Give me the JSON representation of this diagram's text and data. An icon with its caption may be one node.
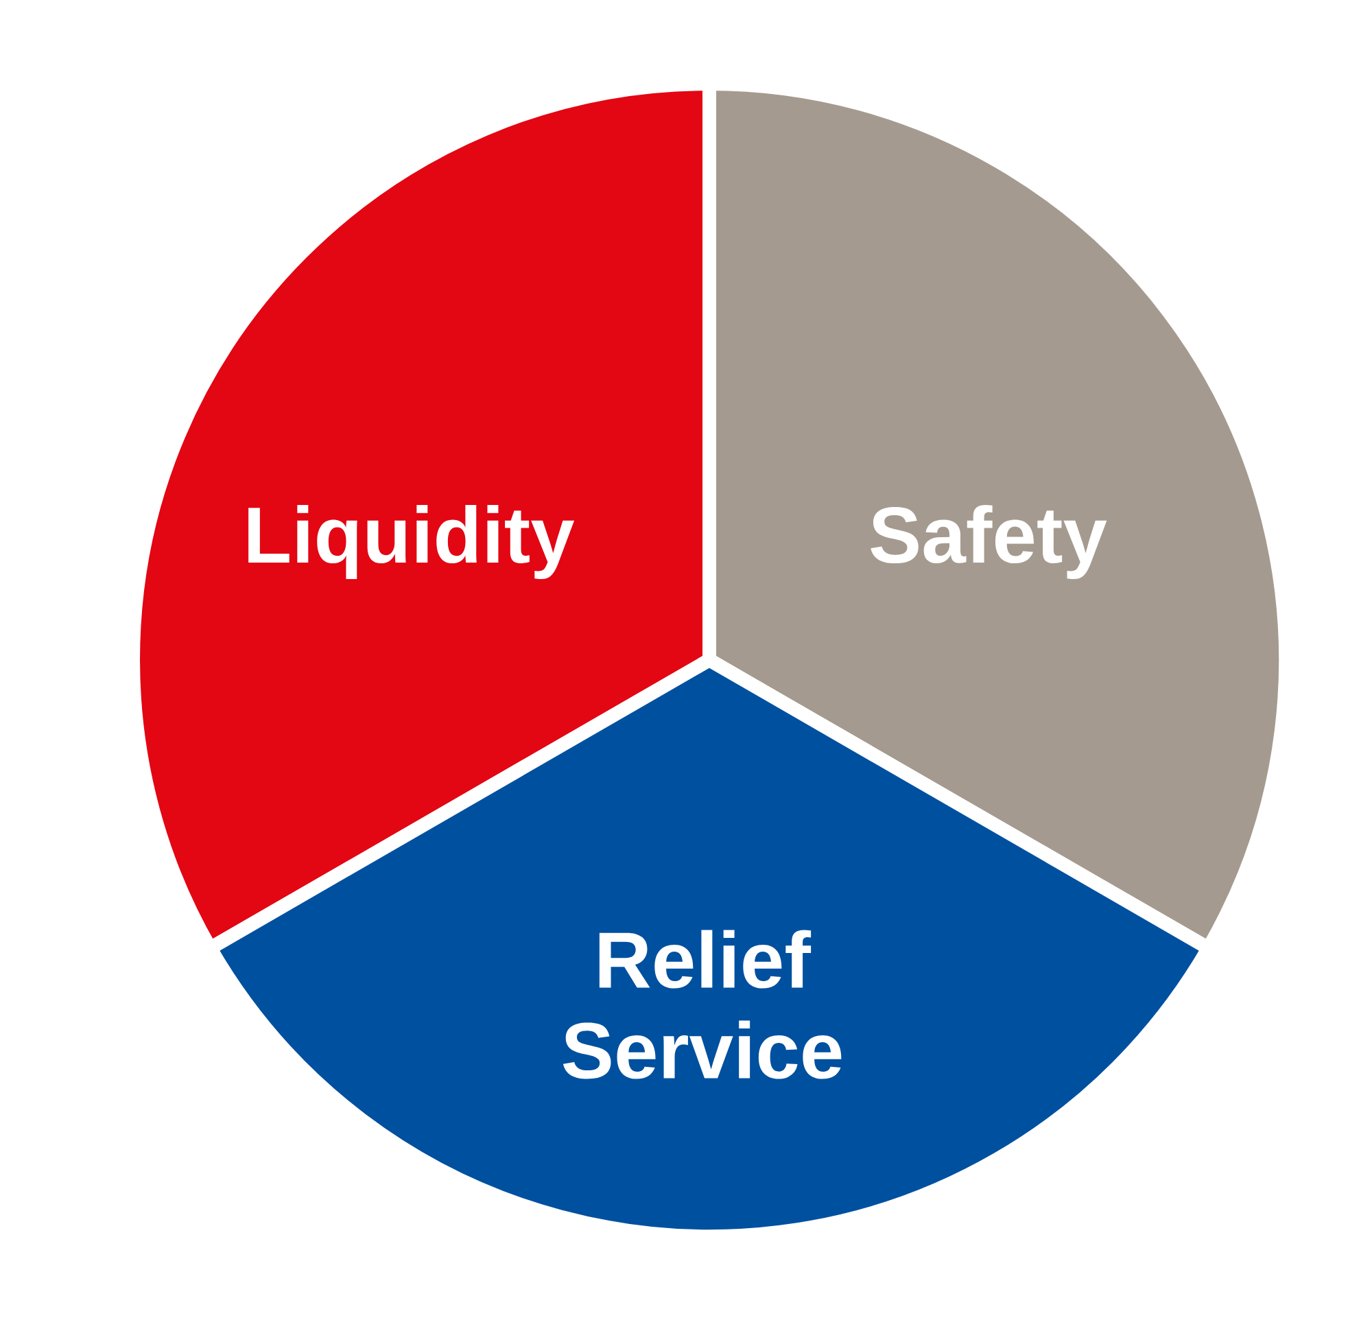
{
  "diagram": {
    "nodes": [
      {
        "text": [
          "Liquidity"
        ]
      },
      {
        "text": [
          "Safety"
        ]
      },
      {
        "text": [
          "Relief Service"
        ]
      }
    ]
  }
}
